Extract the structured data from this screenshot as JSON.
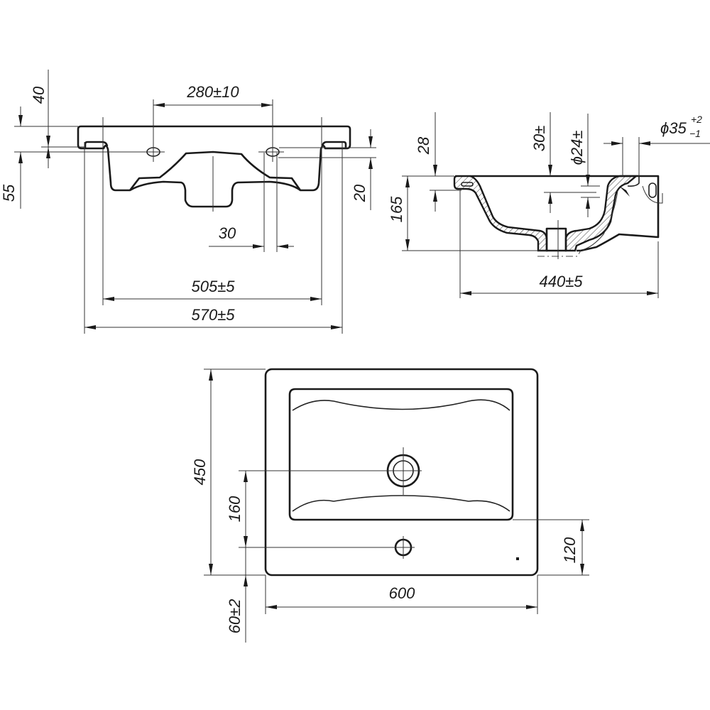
{
  "front_view": {
    "dims": {
      "tap_spacing": "280±10",
      "rim_40": "40",
      "rim_55": "55",
      "depth_20": "20",
      "hole_30": "30",
      "width_505": "505±5",
      "width_570": "570±5"
    }
  },
  "side_view": {
    "dims": {
      "height_165": "165",
      "rim_28": "28",
      "overflow_30": "30±",
      "overflow_dia": "ϕ24±",
      "drain_dia": "ϕ35",
      "drain_dia_tol_upper": "+2",
      "drain_dia_tol_lower": "−1",
      "depth_440": "440±5"
    }
  },
  "top_view": {
    "dims": {
      "depth_450": "450",
      "drain_160": "160",
      "edge_60": "60±2",
      "edge_120": "120",
      "width_600": "600"
    }
  }
}
